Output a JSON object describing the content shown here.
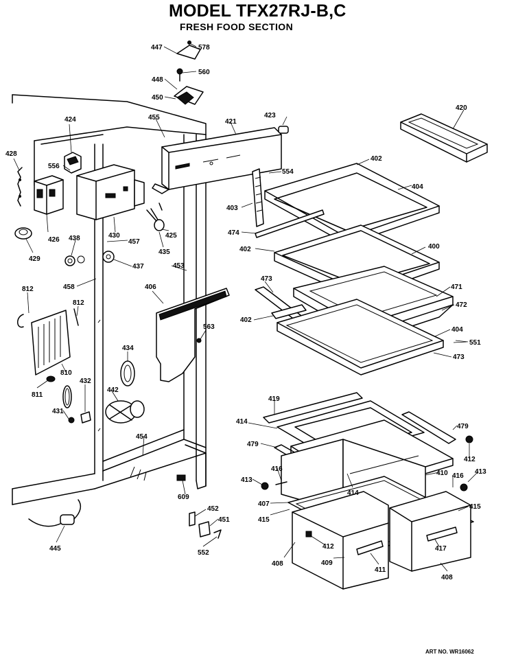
{
  "title": "MODEL TFX27RJ-B,C",
  "subtitle": "FRESH FOOD SECTION",
  "art_no": "ART NO. WR16062",
  "callouts": [
    {
      "id": "p447",
      "label": "447"
    },
    {
      "id": "p578",
      "label": "578"
    },
    {
      "id": "p448",
      "label": "448"
    },
    {
      "id": "p560",
      "label": "560"
    },
    {
      "id": "p450",
      "label": "450"
    },
    {
      "id": "p455",
      "label": "455"
    },
    {
      "id": "p421",
      "label": "421"
    },
    {
      "id": "p423",
      "label": "423"
    },
    {
      "id": "p420",
      "label": "420"
    },
    {
      "id": "p424",
      "label": "424"
    },
    {
      "id": "p428",
      "label": "428"
    },
    {
      "id": "p556",
      "label": "556"
    },
    {
      "id": "p554",
      "label": "554"
    },
    {
      "id": "p402a",
      "label": "402"
    },
    {
      "id": "p404a",
      "label": "404"
    },
    {
      "id": "p403",
      "label": "403"
    },
    {
      "id": "p426",
      "label": "426"
    },
    {
      "id": "p430",
      "label": "430"
    },
    {
      "id": "p425",
      "label": "425"
    },
    {
      "id": "p474",
      "label": "474"
    },
    {
      "id": "p438",
      "label": "438"
    },
    {
      "id": "p457",
      "label": "457"
    },
    {
      "id": "p435",
      "label": "435"
    },
    {
      "id": "p402b",
      "label": "402"
    },
    {
      "id": "p400",
      "label": "400"
    },
    {
      "id": "p429",
      "label": "429"
    },
    {
      "id": "p437",
      "label": "437"
    },
    {
      "id": "p453",
      "label": "453"
    },
    {
      "id": "p458",
      "label": "458"
    },
    {
      "id": "p406",
      "label": "406"
    },
    {
      "id": "p473a",
      "label": "473"
    },
    {
      "id": "p471",
      "label": "471"
    },
    {
      "id": "p812a",
      "label": "812"
    },
    {
      "id": "p812b",
      "label": "812"
    },
    {
      "id": "p472",
      "label": "472"
    },
    {
      "id": "p402c",
      "label": "402"
    },
    {
      "id": "p563",
      "label": "563"
    },
    {
      "id": "p404b",
      "label": "404"
    },
    {
      "id": "p551",
      "label": "551"
    },
    {
      "id": "p473b",
      "label": "473"
    },
    {
      "id": "p434",
      "label": "434"
    },
    {
      "id": "p810",
      "label": "810"
    },
    {
      "id": "p432",
      "label": "432"
    },
    {
      "id": "p442",
      "label": "442"
    },
    {
      "id": "p811",
      "label": "811"
    },
    {
      "id": "p431",
      "label": "431"
    },
    {
      "id": "p419",
      "label": "419"
    },
    {
      "id": "p414a",
      "label": "414"
    },
    {
      "id": "p479a",
      "label": "479"
    },
    {
      "id": "p454",
      "label": "454"
    },
    {
      "id": "p412a",
      "label": "412"
    },
    {
      "id": "p479b",
      "label": "479"
    },
    {
      "id": "p416a",
      "label": "416"
    },
    {
      "id": "p410",
      "label": "410"
    },
    {
      "id": "p413a",
      "label": "413"
    },
    {
      "id": "p416b",
      "label": "416"
    },
    {
      "id": "p413b",
      "label": "413"
    },
    {
      "id": "p414b",
      "label": "414"
    },
    {
      "id": "p609",
      "label": "609"
    },
    {
      "id": "p407",
      "label": "407"
    },
    {
      "id": "p415a",
      "label": "415"
    },
    {
      "id": "p415b",
      "label": "415"
    },
    {
      "id": "p452",
      "label": "452"
    },
    {
      "id": "p451",
      "label": "451"
    },
    {
      "id": "p445",
      "label": "445"
    },
    {
      "id": "p552",
      "label": "552"
    },
    {
      "id": "p412b",
      "label": "412"
    },
    {
      "id": "p417",
      "label": "417"
    },
    {
      "id": "p408a",
      "label": "408"
    },
    {
      "id": "p409",
      "label": "409"
    },
    {
      "id": "p411",
      "label": "411"
    },
    {
      "id": "p408b",
      "label": "408"
    }
  ]
}
